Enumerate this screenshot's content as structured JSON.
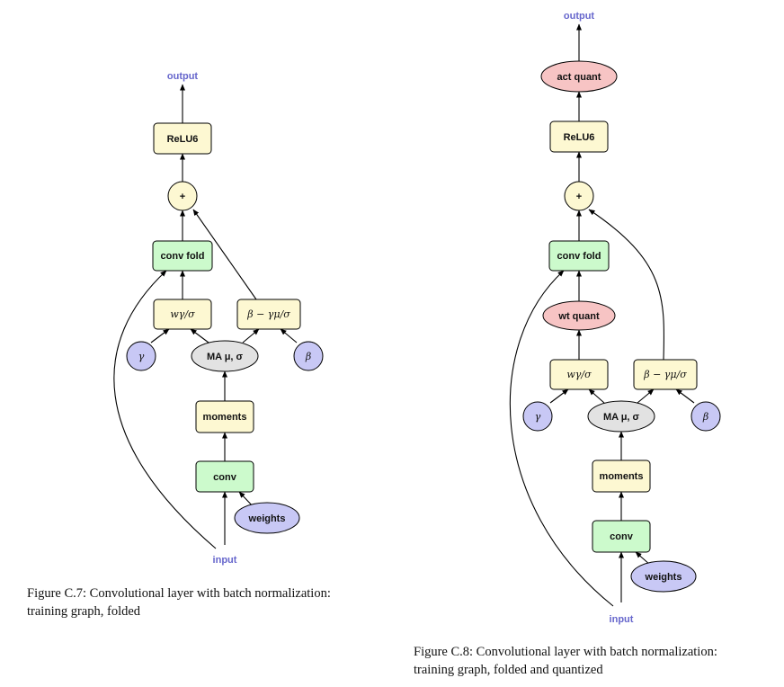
{
  "figures": [
    {
      "id": "c7",
      "caption": "Figure C.7: Convolutional layer with batch normalization:\ntraining graph, folded",
      "nodes": {
        "output": "output",
        "relu": "ReLU6",
        "add": "+",
        "conv_fold": "conv fold",
        "w_scale": "wγ/σ",
        "bias": "β − γμ/σ",
        "gamma": "γ",
        "ma": "MA μ, σ",
        "beta": "β",
        "moments": "moments",
        "conv": "conv",
        "weights": "weights",
        "input": "input"
      }
    },
    {
      "id": "c8",
      "caption": "Figure C.8: Convolutional layer with batch normalization:\ntraining graph, folded and quantized",
      "nodes": {
        "output": "output",
        "act_quant": "act quant",
        "relu": "ReLU6",
        "add": "+",
        "conv_fold": "conv fold",
        "wt_quant": "wt quant",
        "w_scale": "wγ/σ",
        "bias": "β − γμ/σ",
        "gamma": "γ",
        "ma": "MA μ, σ",
        "beta": "β",
        "moments": "moments",
        "conv": "conv",
        "weights": "weights",
        "input": "input"
      }
    }
  ],
  "colors": {
    "yellow_fill": "#fdf8d2",
    "green_fill": "#ccfacc",
    "blue_fill": "#c8c8f5",
    "grey_fill": "#e2e2e2",
    "red_fill": "#f7c4c4",
    "io_text": "#6666cc"
  }
}
